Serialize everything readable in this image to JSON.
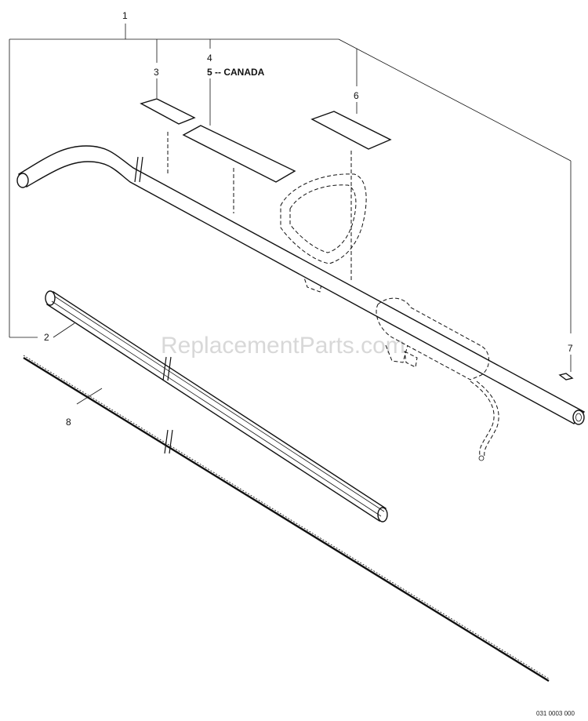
{
  "diagram": {
    "callouts": {
      "c1": "1",
      "c2": "2",
      "c3": "3",
      "c4": "4",
      "c5": "5 -- CANADA",
      "c6": "6",
      "c7": "7",
      "c8": "8"
    },
    "drawing_number": "031 0003 000",
    "watermark": "ReplacementParts.com",
    "colors": {
      "line": "#111111",
      "background": "#ffffff",
      "watermark": "#d8d8d8"
    }
  }
}
